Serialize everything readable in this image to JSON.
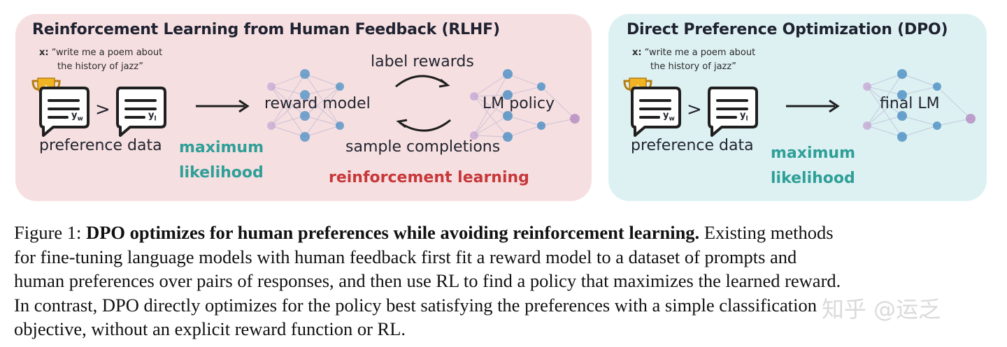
{
  "rlhf": {
    "title": "Reinforcement Learning from Human Feedback (RLHF)",
    "prompt_prefix": "x:",
    "prompt_line1": "“write me a poem about",
    "prompt_line2": "the history of jazz”",
    "winner_sub": "w",
    "loser_sub": "l",
    "preference_label": "preference data",
    "ml_line1": "maximum",
    "ml_line2": "likelihood",
    "reward_model": "reward model",
    "label_rewards": "label rewards",
    "lm_policy": "LM policy",
    "sample_completions": "sample completions",
    "rl_label": "reinforcement learning"
  },
  "dpo": {
    "title": "Direct Preference Optimization (DPO)",
    "prompt_prefix": "x:",
    "prompt_line1": "“write me a poem about",
    "prompt_line2": "the history of jazz”",
    "winner_sub": "w",
    "loser_sub": "l",
    "preference_label": "preference data",
    "ml_line1": "maximum",
    "ml_line2": "likelihood",
    "final_lm": "final LM"
  },
  "caption": {
    "fig_label": "Figure 1:",
    "bold": "DPO optimizes for human preferences while avoiding reinforcement learning.",
    "l1_rest": "Existing methods",
    "l2": "for fine-tuning language models with human feedback first fit a reward model to a dataset of prompts and",
    "l3": "human preferences over pairs of responses, and then use RL to find a policy that maximizes the learned reward.",
    "l4": "In contrast, DPO directly optimizes for the policy best satisfying the preferences with a simple classification",
    "l5": "objective, without an explicit reward function or RL."
  },
  "watermark": "知乎 @运乏",
  "colors": {
    "rlhf_bg": "#f6dfe1",
    "dpo_bg": "#ddf1f3",
    "teal": "#2f9f97",
    "red": "#c7383a",
    "node_blue": "#4a8fc4",
    "node_purple": "#b58bc2",
    "trophy": "#f0b323"
  }
}
